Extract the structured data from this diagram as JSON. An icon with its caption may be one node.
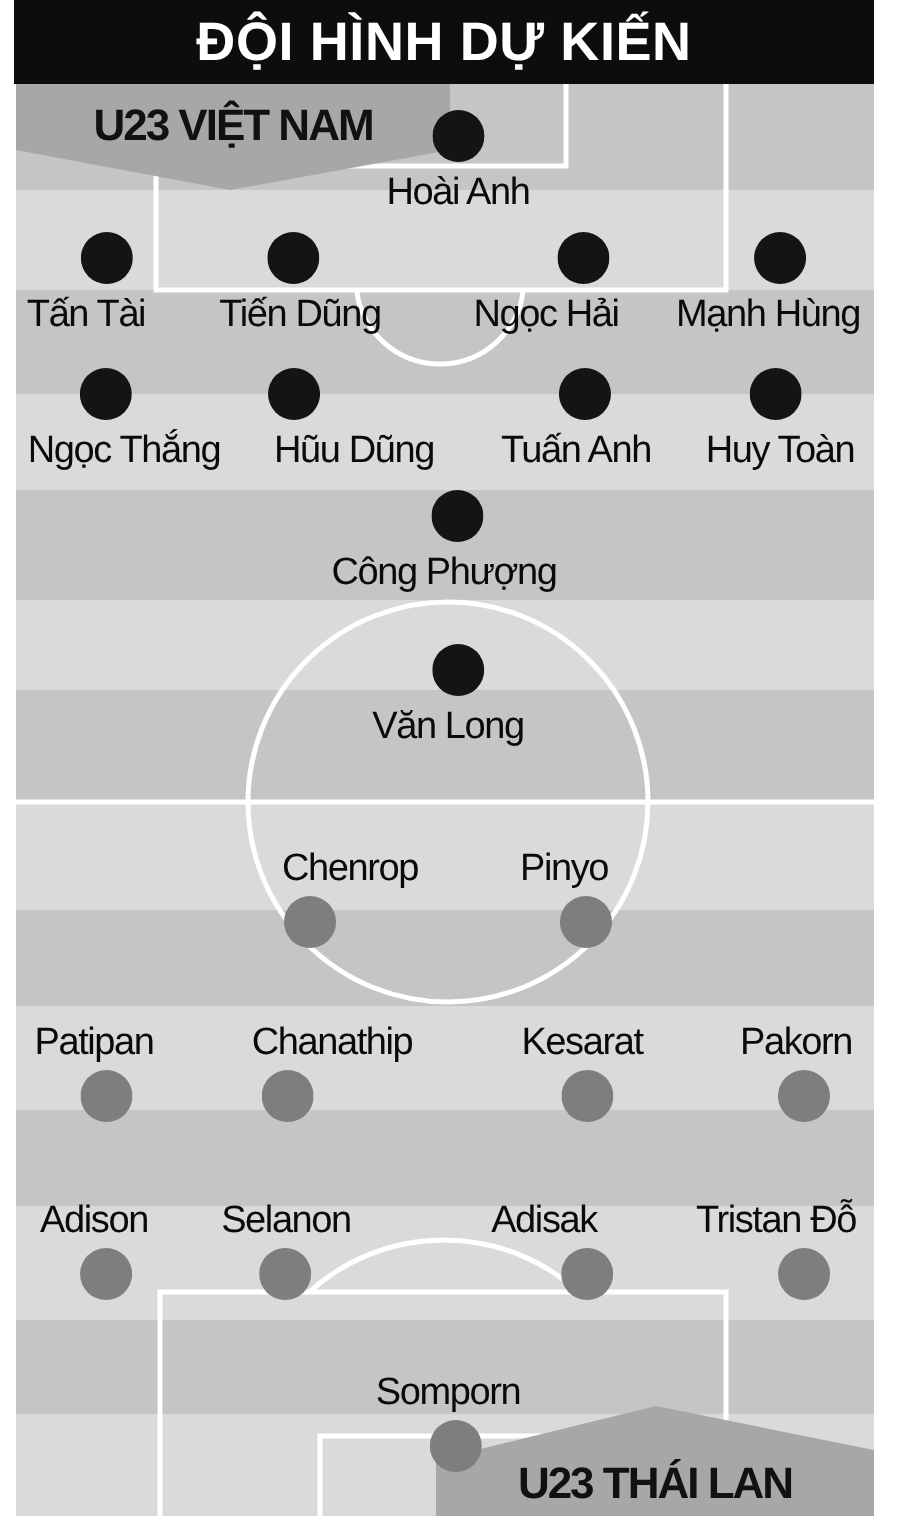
{
  "diagram": {
    "title": "ĐỘI HÌNH DỰ KIẾN",
    "nodes": [
      {
        "text": [
          "U23 VIỆT NAM"
        ]
      },
      {
        "text": [],
        "shape": "circle",
        "beside": [
          "Hoài Anh"
        ]
      },
      {
        "text": [],
        "shape": "circle",
        "beside": [
          "Tấn Tài"
        ]
      },
      {
        "text": [],
        "shape": "circle",
        "beside": [
          "Tiến Dũng"
        ]
      },
      {
        "text": [],
        "shape": "circle",
        "beside": [
          "Ngọc Hải"
        ]
      },
      {
        "text": [],
        "shape": "circle",
        "beside": [
          "Mạnh Hùng"
        ]
      },
      {
        "text": [],
        "shape": "circle",
        "beside": [
          "Ngọc Thắng"
        ]
      },
      {
        "text": [],
        "shape": "circle",
        "beside": [
          "Hũu Dũng"
        ]
      },
      {
        "text": [],
        "shape": "circle",
        "beside": [
          "Tuấn Anh"
        ]
      },
      {
        "text": [],
        "shape": "circle",
        "beside": [
          "Huy Toàn"
        ]
      },
      {
        "text": [],
        "shape": "circle",
        "beside": [
          "Công Phượng"
        ]
      },
      {
        "text": [],
        "shape": "circle",
        "beside": [
          "Văn Long"
        ]
      },
      {
        "text": [],
        "shape": "circle",
        "beside": [
          "Chenrop"
        ]
      },
      {
        "text": [],
        "shape": "circle",
        "beside": [
          "Pinyo"
        ]
      },
      {
        "text": [],
        "shape": "circle",
        "beside": [
          "Patipan"
        ]
      },
      {
        "text": [],
        "shape": "circle",
        "beside": [
          "Chanathip"
        ]
      },
      {
        "text": [],
        "shape": "circle",
        "beside": [
          "Kesarat"
        ]
      },
      {
        "text": [],
        "shape": "circle",
        "beside": [
          "Pakorn"
        ]
      },
      {
        "text": [],
        "shape": "circle",
        "beside": [
          "Adison"
        ]
      },
      {
        "text": [],
        "shape": "circle",
        "beside": [
          "Selanon"
        ]
      },
      {
        "text": [],
        "shape": "circle",
        "beside": [
          "Adisak"
        ]
      },
      {
        "text": [],
        "shape": "circle",
        "beside": [
          "Tristan Đỗ"
        ]
      },
      {
        "text": [],
        "shape": "circle",
        "beside": [
          "Somporn"
        ]
      },
      {
        "text": [
          "U23 THÁI LAN"
        ]
      }
    ]
  }
}
